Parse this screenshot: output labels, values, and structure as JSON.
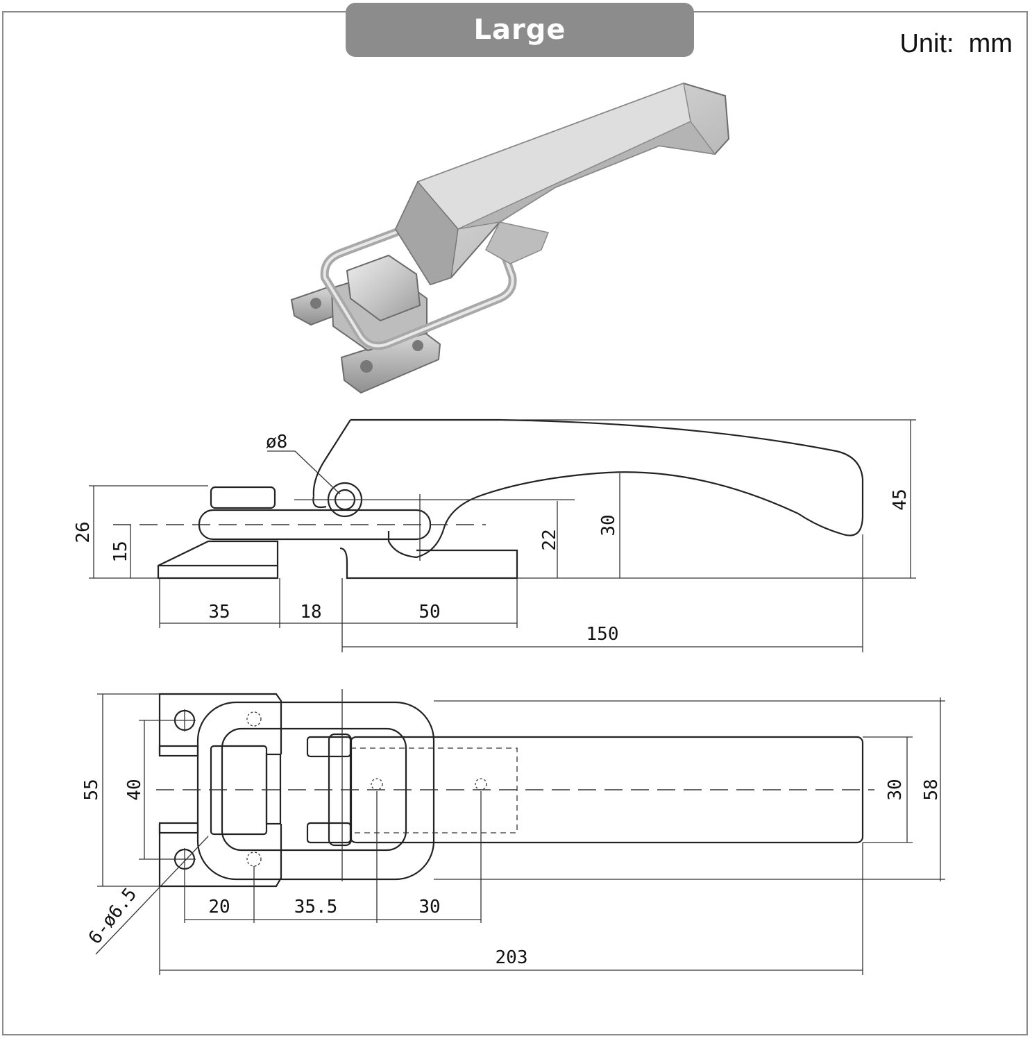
{
  "header": {
    "title": "Large",
    "unit": "Unit:  mm"
  },
  "colors": {
    "badge": "#8c8c8c",
    "frame": "#8a8a8a",
    "metal_light": "#dcdcdc",
    "metal_dark": "#9a9a9a"
  },
  "side_view": {
    "hole_dia": "ø8",
    "dims": {
      "h26": "26",
      "h15": "15",
      "h22": "22",
      "h30": "30",
      "h45": "45",
      "w35": "35",
      "w18": "18",
      "w50": "50",
      "w150": "150"
    }
  },
  "top_view": {
    "holes": "6-ø6.5",
    "dims": {
      "h55": "55",
      "h40": "40",
      "h30": "30",
      "h58": "58",
      "w20": "20",
      "w35_5": "35.5",
      "w30": "30",
      "w203": "203"
    }
  }
}
